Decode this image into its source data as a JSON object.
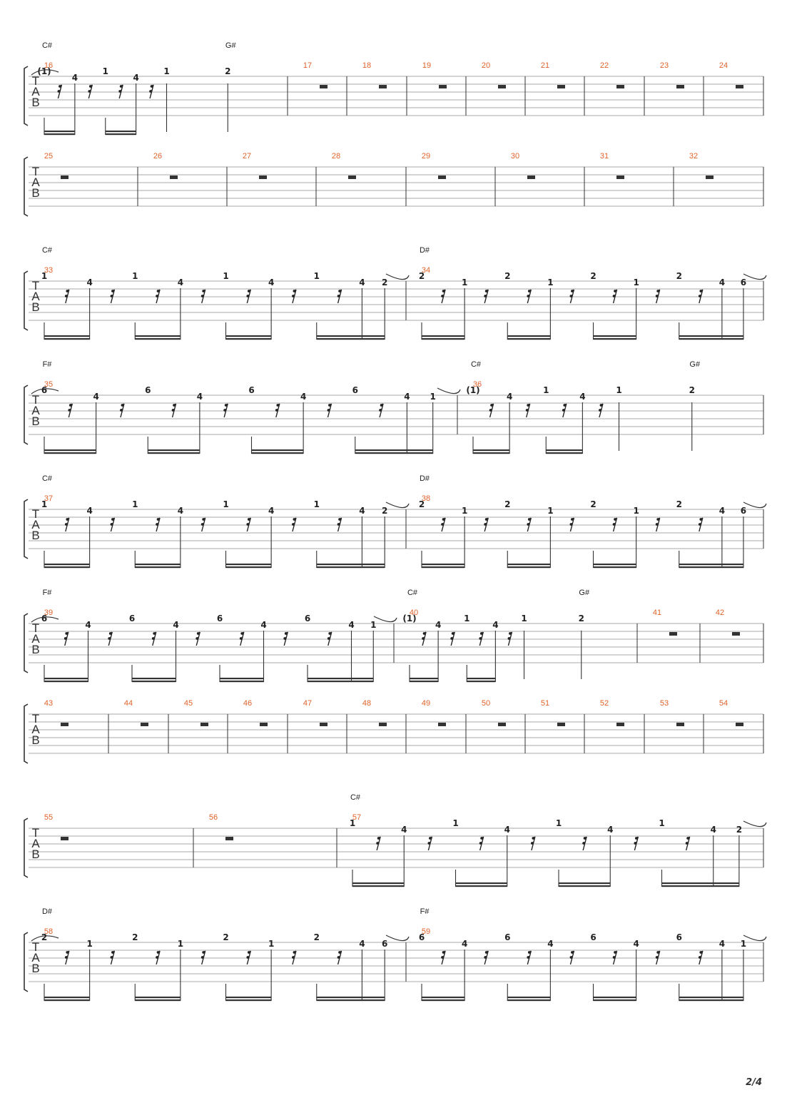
{
  "page": {
    "number": "2/4"
  },
  "tab": {
    "strings": [
      "T",
      "A",
      "B"
    ]
  },
  "systems": [
    {
      "chords": [
        {
          "name": "C#",
          "measure": 16,
          "beat": 0
        },
        {
          "name": "G#",
          "measure": 16,
          "beat": 3
        }
      ],
      "measures": [
        {
          "number": "16",
          "kind": "c2",
          "first": "(1)",
          "tieIn": true
        },
        {
          "number": "17",
          "kind": "rest"
        },
        {
          "number": "18",
          "kind": "rest"
        },
        {
          "number": "19",
          "kind": "rest"
        },
        {
          "number": "20",
          "kind": "rest"
        },
        {
          "number": "21",
          "kind": "rest"
        },
        {
          "number": "22",
          "kind": "rest"
        },
        {
          "number": "23",
          "kind": "rest"
        },
        {
          "number": "24",
          "kind": "rest"
        }
      ]
    },
    {
      "chords": [],
      "measures": [
        {
          "number": "25",
          "kind": "rest"
        },
        {
          "number": "26",
          "kind": "rest"
        },
        {
          "number": "27",
          "kind": "rest"
        },
        {
          "number": "28",
          "kind": "rest"
        },
        {
          "number": "29",
          "kind": "rest"
        },
        {
          "number": "30",
          "kind": "rest"
        },
        {
          "number": "31",
          "kind": "rest"
        },
        {
          "number": "32",
          "kind": "rest"
        }
      ]
    },
    {
      "chords": [
        {
          "name": "C#",
          "measure": 33,
          "beat": 0
        },
        {
          "name": "D#",
          "measure": 34,
          "beat": 0
        }
      ],
      "measures": [
        {
          "number": "33",
          "kind": "c1",
          "tieOut": true
        },
        {
          "number": "34",
          "kind": "d",
          "tieOut": true
        }
      ]
    },
    {
      "chords": [
        {
          "name": "F#",
          "measure": 35,
          "beat": 0
        },
        {
          "name": "C#",
          "measure": 36,
          "beat": 0
        },
        {
          "name": "G#",
          "measure": 36,
          "beat": 3
        }
      ],
      "measures": [
        {
          "number": "35",
          "kind": "f",
          "tieIn": true,
          "tieOut": true
        },
        {
          "number": "36",
          "kind": "c2",
          "first": "(1)"
        }
      ]
    },
    {
      "chords": [
        {
          "name": "C#",
          "measure": 37,
          "beat": 0
        },
        {
          "name": "D#",
          "measure": 38,
          "beat": 0
        }
      ],
      "measures": [
        {
          "number": "37",
          "kind": "c1",
          "tieOut": true
        },
        {
          "number": "38",
          "kind": "d",
          "tieOut": true
        }
      ]
    },
    {
      "chords": [
        {
          "name": "F#",
          "measure": 39,
          "beat": 0
        },
        {
          "name": "C#",
          "measure": 40,
          "beat": 0
        },
        {
          "name": "G#",
          "measure": 40,
          "beat": 3
        }
      ],
      "measures": [
        {
          "number": "39",
          "kind": "f",
          "tieIn": true,
          "tieOut": true
        },
        {
          "number": "40",
          "kind": "c2",
          "first": "(1)"
        },
        {
          "number": "41",
          "kind": "rest"
        },
        {
          "number": "42",
          "kind": "rest"
        }
      ]
    },
    {
      "chords": [],
      "measures": [
        {
          "number": "43",
          "kind": "rest"
        },
        {
          "number": "44",
          "kind": "rest"
        },
        {
          "number": "45",
          "kind": "rest"
        },
        {
          "number": "46",
          "kind": "rest"
        },
        {
          "number": "47",
          "kind": "rest"
        },
        {
          "number": "48",
          "kind": "rest"
        },
        {
          "number": "49",
          "kind": "rest"
        },
        {
          "number": "50",
          "kind": "rest"
        },
        {
          "number": "51",
          "kind": "rest"
        },
        {
          "number": "52",
          "kind": "rest"
        },
        {
          "number": "53",
          "kind": "rest"
        },
        {
          "number": "54",
          "kind": "rest"
        }
      ]
    },
    {
      "chords": [
        {
          "name": "C#",
          "measure": 57,
          "beat": 0
        }
      ],
      "measures": [
        {
          "number": "55",
          "kind": "rest"
        },
        {
          "number": "56",
          "kind": "rest"
        },
        {
          "number": "57",
          "kind": "c1",
          "tieOut": true
        }
      ]
    },
    {
      "chords": [
        {
          "name": "D#",
          "measure": 58,
          "beat": 0
        },
        {
          "name": "F#",
          "measure": 59,
          "beat": 0
        }
      ],
      "measures": [
        {
          "number": "58",
          "kind": "d",
          "tieIn": true,
          "tieOut": true
        },
        {
          "number": "59",
          "kind": "f",
          "tieOut": true
        }
      ]
    }
  ],
  "patterns": {
    "c1": {
      "beats": [
        [
          "1",
          "r",
          "4",
          "r"
        ],
        [
          "1",
          "r",
          "4",
          "r"
        ],
        [
          "1",
          "r",
          "4",
          "r"
        ],
        [
          "1",
          "r",
          "4",
          "2"
        ]
      ]
    },
    "c2": {
      "beats": [
        [
          "1",
          "r",
          "4",
          "r"
        ],
        [
          "1",
          "r",
          "4",
          "r"
        ],
        [
          "1"
        ],
        [
          "2"
        ]
      ]
    },
    "d": {
      "beats": [
        [
          "2",
          "r",
          "1",
          "r"
        ],
        [
          "2",
          "r",
          "1",
          "r"
        ],
        [
          "2",
          "r",
          "1",
          "r"
        ],
        [
          "2",
          "r",
          "4",
          "6"
        ]
      ]
    },
    "f": {
      "beats": [
        [
          "6",
          "r",
          "4",
          "r"
        ],
        [
          "6",
          "r",
          "4",
          "r"
        ],
        [
          "6",
          "r",
          "4",
          "r"
        ],
        [
          "6",
          "r",
          "4",
          "1"
        ]
      ]
    },
    "rest": {
      "beats": []
    }
  },
  "colors": {
    "staffLine": "#aaaaaa",
    "barline": "#333333",
    "measureNumber": "#e0632b",
    "text": "#222222"
  }
}
